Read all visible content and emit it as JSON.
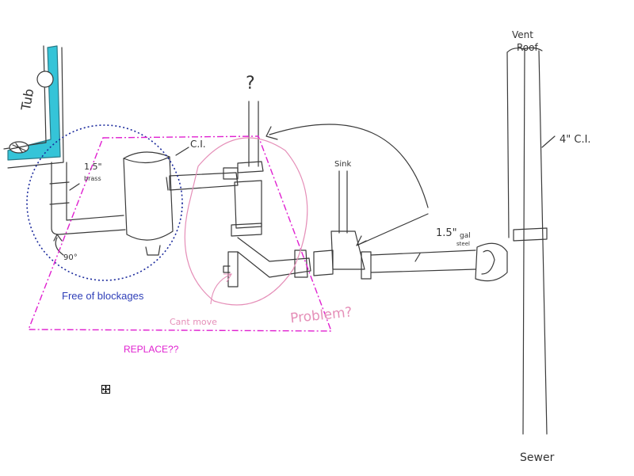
{
  "labels": {
    "tub": "Tub",
    "ci_small": "C.I.",
    "question": "?",
    "sink": "Sink",
    "vent_roof_1": "Vent",
    "vent_roof_2": "Roof",
    "ci_main": "4\" C.I.",
    "galv_size": "1.5\"",
    "galv_unit": "gal",
    "galv_material": "steel",
    "tub_pipe_size": "1.5\"",
    "tub_pipe_note": "brass",
    "angle": "90°",
    "cant_move": "Cant move",
    "problem": "Problem?",
    "sewer": "Sewer"
  },
  "annotations": {
    "free_of_blockages": "Free of blockages",
    "replace": "REPLACE??"
  },
  "colors": {
    "pencil": "#3a3a3a",
    "tub_water": "#35c4d8",
    "circle_blue": "#1b2a9c",
    "text_blue": "#2f3fb8",
    "magenta": "#e020d0",
    "pink": "#e58fb8"
  },
  "icons": {
    "move_handle": "move-cross-icon"
  }
}
